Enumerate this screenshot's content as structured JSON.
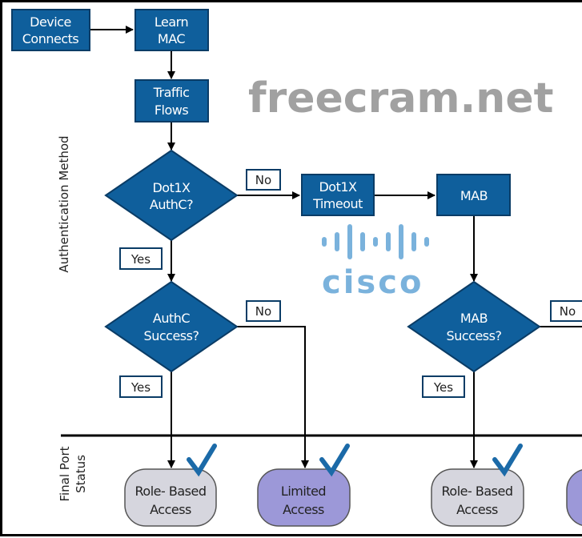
{
  "side_labels": {
    "authentication_method": "Authentication Method",
    "final_port_status_line1": "Final Port",
    "final_port_status_line2": "Status"
  },
  "nodes": {
    "device_connects": [
      "Device",
      "Connects"
    ],
    "learn_mac": [
      "Learn",
      "MAC"
    ],
    "traffic_flows": [
      "Traffic",
      "Flows"
    ],
    "dot1x_authc": [
      "Dot1X",
      "AuthC?"
    ],
    "dot1x_timeout": [
      "Dot1X",
      "Timeout"
    ],
    "mab": [
      "MAB"
    ],
    "authc_success": [
      "AuthC",
      "Success?"
    ],
    "mab_success": [
      "MAB",
      "Success?"
    ]
  },
  "edge_labels": {
    "dot1x_no": "No",
    "dot1x_yes": "Yes",
    "authc_no": "No",
    "authc_yes": "Yes",
    "mab_no": "No",
    "mab_yes": "Yes"
  },
  "outcomes": {
    "authc_role_based": [
      "Role- Based",
      "Access"
    ],
    "authc_limited": [
      "Limited",
      "Access"
    ],
    "mab_role_based": [
      "Role- Based",
      "Access"
    ]
  },
  "watermarks": {
    "logo": "cisco",
    "site": "freecram.net"
  },
  "colors": {
    "node_fill": "#0f5f9c",
    "role_based_fill": "#d6d6de",
    "limited_fill": "#9c98d8",
    "check": "#1b6aa8"
  }
}
